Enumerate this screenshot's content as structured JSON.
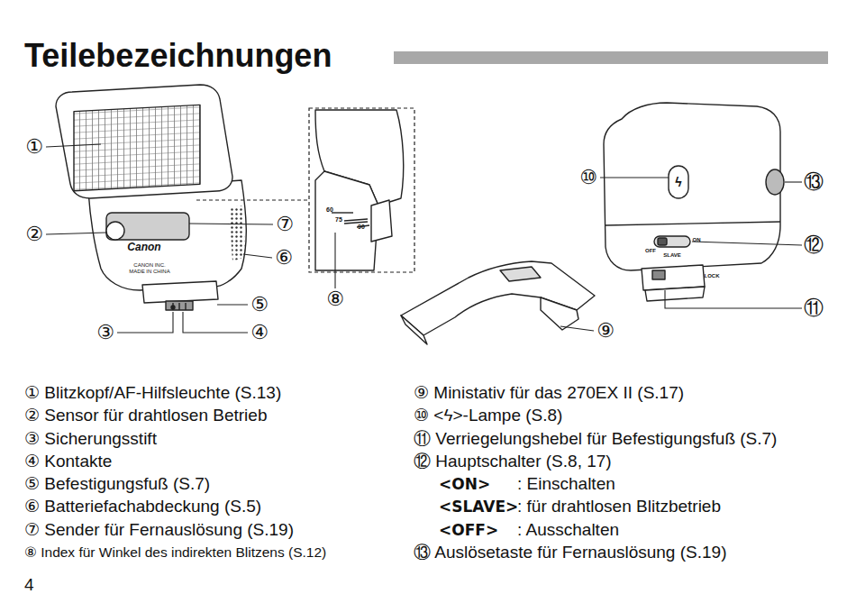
{
  "diagram": {
    "title": "Teilebezeichnungen",
    "labels": [
      "①",
      "②",
      "③",
      "④",
      "⑤",
      "⑥",
      "⑦",
      "⑧",
      "⑨",
      "⑩",
      "⑪",
      "⑫",
      "⑬",
      "① Blitzkopf/AF-Hilfsleuchte (S.13)",
      "② Sensor für drahtlosen Betrieb",
      "③ Sicherungsstift",
      "④ Kontakte",
      "⑤ Befestigungsfuß (S.7)",
      "⑥ Batteriefachabdeckung (S.5)",
      "⑦ Sender für Fernauslösung (S.19)",
      "⑧ Index für Winkel des indirekten Blitzens (S.12)",
      "⑨ Ministativ für das 270EX II (S.17)",
      "⑩ <ϟ>-Lampe (S.8)",
      "⑪ Verriegelungshebel für Befestigungsfuß (S.7)",
      "⑫ Hauptschalter (S.8, 17)",
      "<ON>",
      ": Einschalten",
      "<SLAVE>",
      ": für drahtlosen Blitzbetrieb",
      "<OFF>",
      ": Ausschalten",
      "⑬ Auslösetaste für Fernauslösung (S.19)",
      "4",
      "Canon",
      "CANON INC.",
      "MADE IN CHINA",
      "60",
      "75",
      "90",
      "ϟ",
      "OFF",
      "ON",
      "SLAVE",
      "LOCK"
    ]
  }
}
